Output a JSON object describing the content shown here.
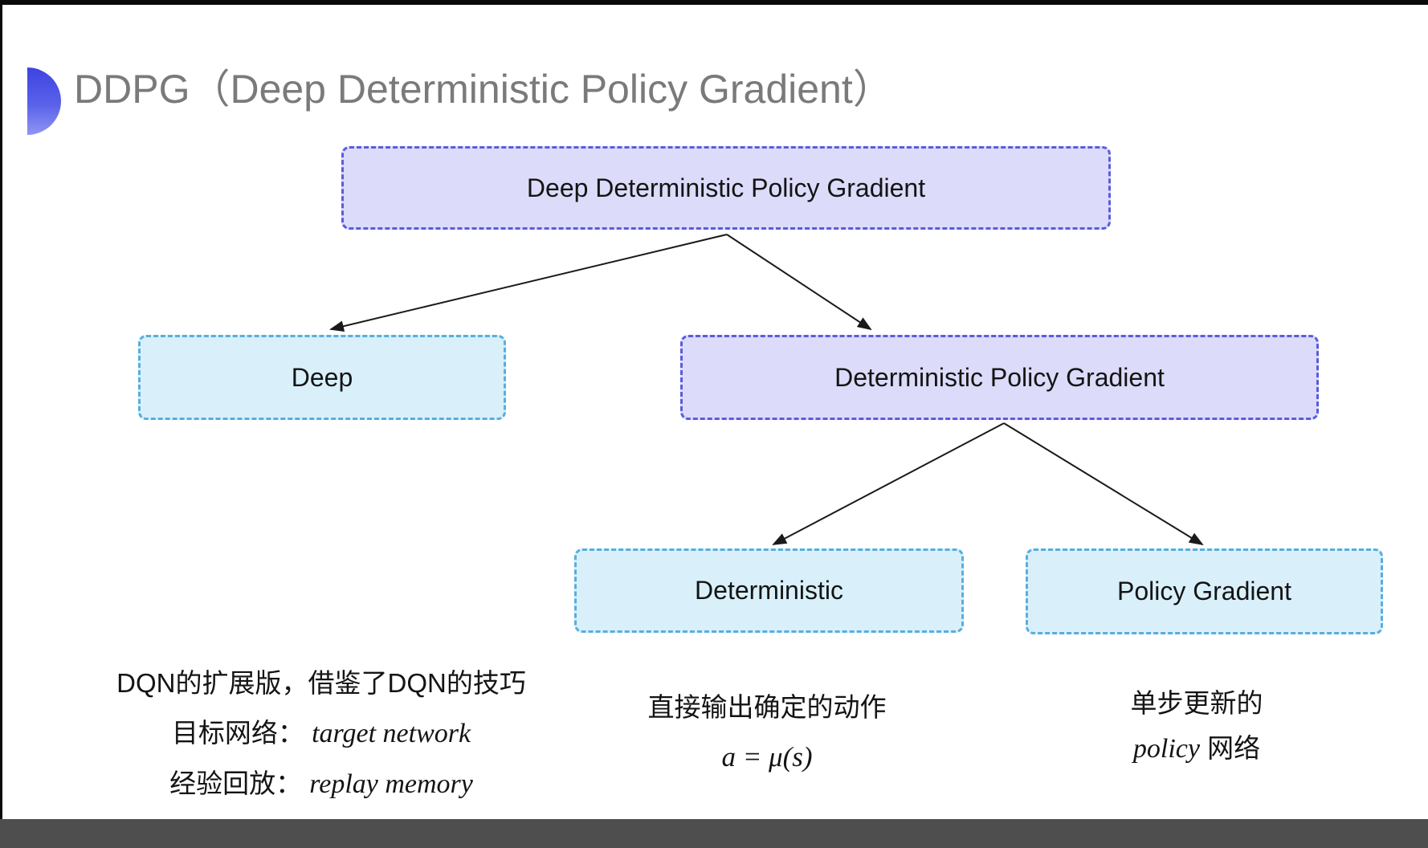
{
  "slide": {
    "title": "DDPG（Deep Deterministic Policy Gradient）",
    "bullet_icon": "blue-semicircle-bullet"
  },
  "diagram": {
    "type": "tree",
    "nodes": [
      {
        "id": "ddpg",
        "label": "Deep Deterministic Policy Gradient",
        "variant": "purple"
      },
      {
        "id": "deep",
        "label": "Deep",
        "variant": "cyan"
      },
      {
        "id": "dpg",
        "label": "Deterministic Policy Gradient",
        "variant": "purple"
      },
      {
        "id": "deterministic",
        "label": "Deterministic",
        "variant": "cyan"
      },
      {
        "id": "policy_gradient",
        "label": "Policy Gradient",
        "variant": "cyan"
      }
    ],
    "edges": [
      {
        "from": "ddpg",
        "to": "deep"
      },
      {
        "from": "ddpg",
        "to": "dpg"
      },
      {
        "from": "dpg",
        "to": "deterministic"
      },
      {
        "from": "dpg",
        "to": "policy_gradient"
      }
    ],
    "colors": {
      "purple_fill": "#dcdbf9",
      "purple_border": "#5b5be0",
      "cyan_fill": "#d9f0fb",
      "cyan_border": "#57aede",
      "arrow": "#1a1a1a",
      "title_gray": "#7a7a7a",
      "bullet_top": "#3d43e2",
      "bullet_bottom": "#8e96f2"
    }
  },
  "notes": {
    "deep": {
      "line1": "DQN的扩展版，借鉴了DQN的技巧",
      "line2_label": "目标网络：",
      "line2_value": "target network",
      "line3_label": "经验回放：",
      "line3_value": "replay memory"
    },
    "deterministic": {
      "line1": "直接输出确定的动作",
      "formula": "a = μ(s)"
    },
    "policy_gradient": {
      "line1": "单步更新的",
      "line2_italic": "policy",
      "line2_suffix": " 网络"
    }
  }
}
